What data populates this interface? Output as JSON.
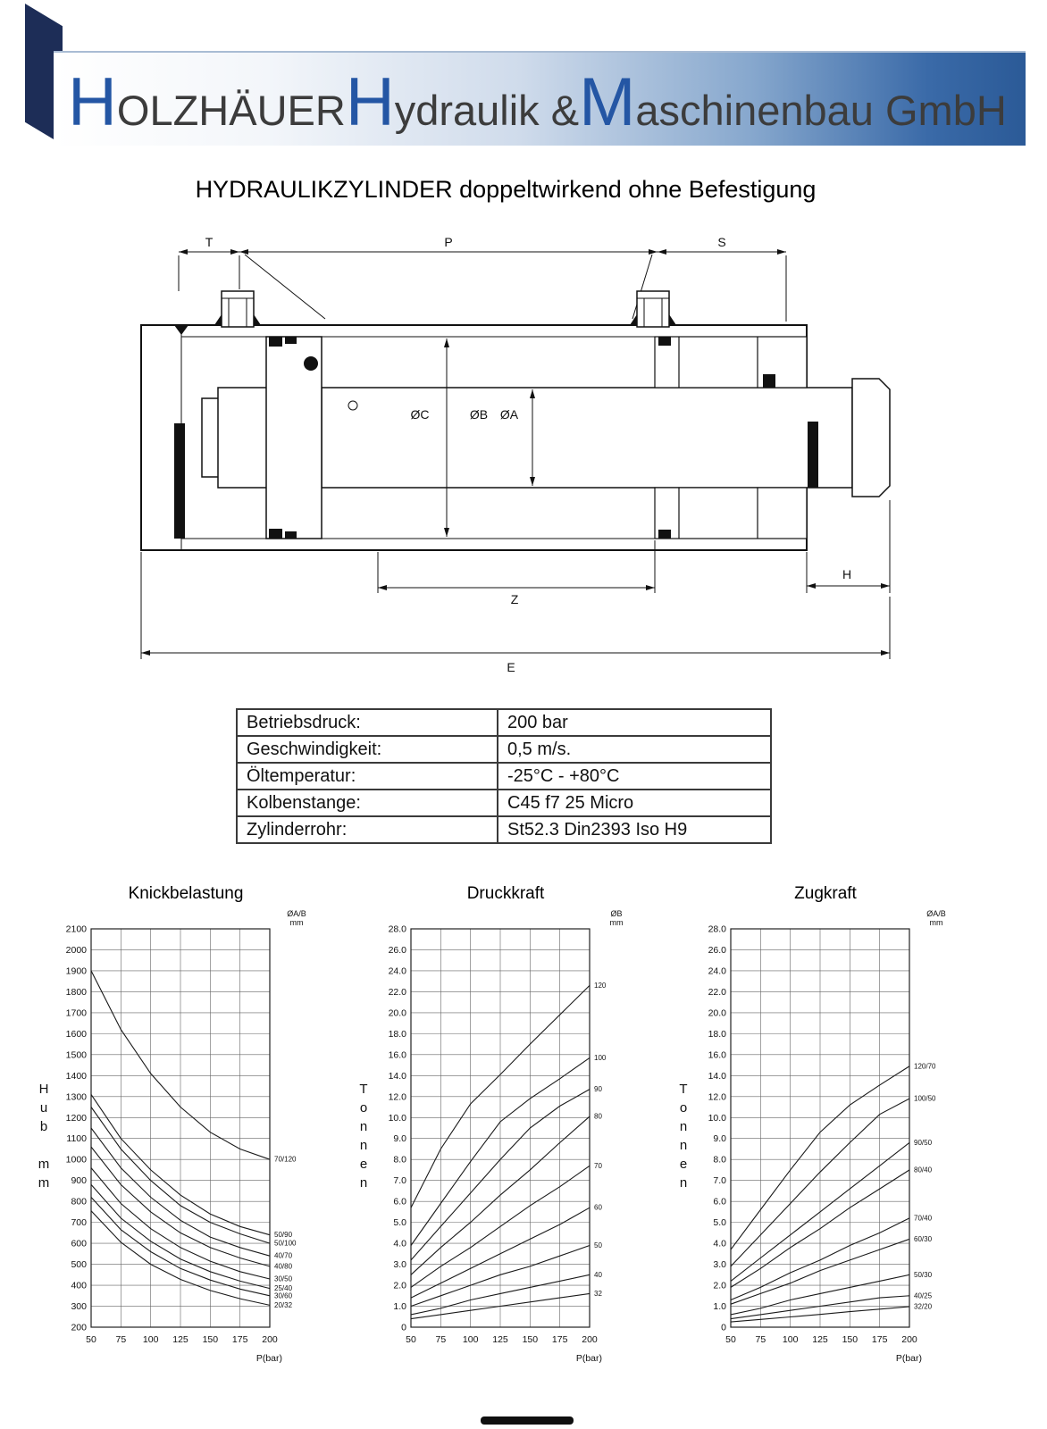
{
  "header": {
    "brand": [
      {
        "initial": "H",
        "rest": "OLZHÄUER "
      },
      {
        "initial": "H",
        "rest": "ydraulik & "
      },
      {
        "initial": "M",
        "rest": "aschinenbau GmbH"
      }
    ]
  },
  "title": "HYDRAULIKZYLINDER doppeltwirkend ohne Befestigung",
  "drawing": {
    "dim_labels": {
      "T": "T",
      "P": "P",
      "S": "S",
      "OC": "ØC",
      "OB": "ØB",
      "OA": "ØA",
      "Z": "Z",
      "H": "H",
      "E": "E"
    }
  },
  "specs": {
    "rows": [
      {
        "label": "Betriebsdruck:",
        "value": "200 bar"
      },
      {
        "label": "Geschwindigkeit:",
        "value": "0,5 m/s."
      },
      {
        "label": "Öltemperatur:",
        "value": "-25°C - +80°C"
      },
      {
        "label": "Kolbenstange:",
        "value": "C45 f7 25 Micro"
      },
      {
        "label": "Zylinderrohr:",
        "value": "St52.3 Din2393 Iso H9"
      }
    ]
  },
  "chart_data": [
    {
      "type": "line",
      "title": "Knickbelastung",
      "xlabel": "P(bar)",
      "ylabel": "Hub mm",
      "right_header": [
        "ØA/B",
        "mm"
      ],
      "grid": true,
      "legend_position": "right",
      "x_ticks": [
        50,
        75,
        100,
        125,
        150,
        175,
        200
      ],
      "y_ticks": [
        2100,
        2000,
        1900,
        1800,
        1700,
        1600,
        1500,
        1400,
        1300,
        1200,
        1100,
        1000,
        900,
        800,
        700,
        600,
        500,
        400,
        300,
        200
      ],
      "y_tick_labels": [
        "2100",
        "2000",
        "1900",
        "1800",
        "1700",
        "1600",
        "1500",
        "1400",
        "1300",
        "1200",
        "1100",
        "1000",
        "900",
        "800",
        "700",
        "600",
        "500",
        "400",
        "300",
        "200"
      ],
      "ylim": [
        200,
        2100
      ],
      "series": [
        {
          "name": "70/120",
          "y": [
            1900,
            1620,
            1410,
            1250,
            1130,
            1050,
            1000
          ]
        },
        {
          "name": "50/90",
          "y": [
            1310,
            1100,
            950,
            830,
            740,
            680,
            640
          ]
        },
        {
          "name": "50/100",
          "y": [
            1250,
            1050,
            900,
            780,
            700,
            645,
            600
          ]
        },
        {
          "name": "40/70",
          "y": [
            1150,
            960,
            820,
            710,
            630,
            580,
            540
          ]
        },
        {
          "name": "40/80",
          "y": [
            1060,
            880,
            750,
            650,
            580,
            530,
            490
          ]
        },
        {
          "name": "30/50",
          "y": [
            960,
            790,
            670,
            580,
            515,
            465,
            430
          ]
        },
        {
          "name": "25/40",
          "y": [
            880,
            720,
            610,
            525,
            465,
            420,
            385
          ]
        },
        {
          "name": "30/60",
          "y": [
            820,
            665,
            560,
            480,
            425,
            382,
            350
          ]
        },
        {
          "name": "20/32",
          "y": [
            755,
            605,
            500,
            428,
            375,
            336,
            305
          ]
        }
      ]
    },
    {
      "type": "line",
      "title": "Druckkraft",
      "xlabel": "P(bar)",
      "ylabel": "Tonnen",
      "right_header": [
        "ØB",
        "mm"
      ],
      "grid": true,
      "legend_position": "right",
      "x_ticks": [
        50,
        75,
        100,
        125,
        150,
        175,
        200
      ],
      "y_ticks": [
        28,
        26,
        24,
        22,
        20,
        18,
        16,
        14,
        12,
        10,
        9,
        8,
        7,
        6,
        5,
        4,
        3,
        2,
        1,
        0
      ],
      "y_tick_labels": [
        "28.0",
        "26.0",
        "24.0",
        "22.0",
        "20.0",
        "18.0",
        "16.0",
        "14.0",
        "12.0",
        "10.0",
        "9.0",
        "8.0",
        "7.0",
        "6.0",
        "5.0",
        "4.0",
        "3.0",
        "2.0",
        "1.0",
        "0"
      ],
      "ylim": [
        0,
        28
      ],
      "series": [
        {
          "name": "120",
          "y": [
            5.7,
            8.5,
            11.3,
            14.1,
            17.0,
            19.8,
            22.6
          ]
        },
        {
          "name": "100",
          "y": [
            3.9,
            5.9,
            7.9,
            9.8,
            11.8,
            13.7,
            15.7
          ]
        },
        {
          "name": "90",
          "y": [
            3.2,
            4.8,
            6.4,
            8.0,
            9.5,
            11.1,
            12.7
          ]
        },
        {
          "name": "80",
          "y": [
            2.5,
            3.8,
            5.0,
            6.3,
            7.5,
            8.8,
            10.1
          ]
        },
        {
          "name": "70",
          "y": [
            1.9,
            2.9,
            3.8,
            4.8,
            5.8,
            6.7,
            7.7
          ]
        },
        {
          "name": "60",
          "y": [
            1.4,
            2.1,
            2.8,
            3.5,
            4.2,
            4.9,
            5.7
          ]
        },
        {
          "name": "50",
          "y": [
            1.0,
            1.5,
            2.0,
            2.5,
            2.9,
            3.4,
            3.9
          ]
        },
        {
          "name": "40",
          "y": [
            0.6,
            0.9,
            1.3,
            1.6,
            1.9,
            2.2,
            2.5
          ]
        },
        {
          "name": "32",
          "y": [
            0.4,
            0.6,
            0.8,
            1.0,
            1.2,
            1.4,
            1.6
          ]
        }
      ]
    },
    {
      "type": "line",
      "title": "Zugkraft",
      "xlabel": "P(bar)",
      "ylabel": "Tonnen",
      "right_header": [
        "ØA/B",
        "mm"
      ],
      "grid": true,
      "legend_position": "right",
      "x_ticks": [
        50,
        75,
        100,
        125,
        150,
        175,
        200
      ],
      "y_ticks": [
        28,
        26,
        24,
        22,
        20,
        18,
        16,
        14,
        12,
        10,
        9,
        8,
        7,
        6,
        5,
        4,
        3,
        2,
        1,
        0
      ],
      "y_tick_labels": [
        "28.0",
        "26.0",
        "24.0",
        "22.0",
        "20.0",
        "18.0",
        "16.0",
        "14.0",
        "12.0",
        "10.0",
        "9.0",
        "8.0",
        "7.0",
        "6.0",
        "5.0",
        "4.0",
        "3.0",
        "2.0",
        "1.0",
        "0"
      ],
      "ylim": [
        0,
        28
      ],
      "series": [
        {
          "name": "120/70",
          "y": [
            3.7,
            5.6,
            7.5,
            9.3,
            11.2,
            13.1,
            14.9
          ]
        },
        {
          "name": "100/50",
          "y": [
            2.9,
            4.4,
            5.9,
            7.4,
            8.8,
            10.3,
            11.8
          ]
        },
        {
          "name": "90/50",
          "y": [
            2.2,
            3.3,
            4.4,
            5.5,
            6.6,
            7.7,
            8.8
          ]
        },
        {
          "name": "80/40",
          "y": [
            1.9,
            2.8,
            3.8,
            4.7,
            5.7,
            6.6,
            7.5
          ]
        },
        {
          "name": "70/40",
          "y": [
            1.3,
            1.9,
            2.6,
            3.2,
            3.9,
            4.5,
            5.2
          ]
        },
        {
          "name": "60/30",
          "y": [
            1.1,
            1.6,
            2.1,
            2.7,
            3.2,
            3.7,
            4.2
          ]
        },
        {
          "name": "50/30",
          "y": [
            0.6,
            0.9,
            1.3,
            1.6,
            1.9,
            2.2,
            2.5
          ]
        },
        {
          "name": "40/25",
          "y": [
            0.4,
            0.6,
            0.8,
            1.0,
            1.2,
            1.4,
            1.5
          ]
        },
        {
          "name": "32/20",
          "y": [
            0.25,
            0.37,
            0.49,
            0.61,
            0.74,
            0.86,
            0.98
          ]
        }
      ]
    }
  ]
}
